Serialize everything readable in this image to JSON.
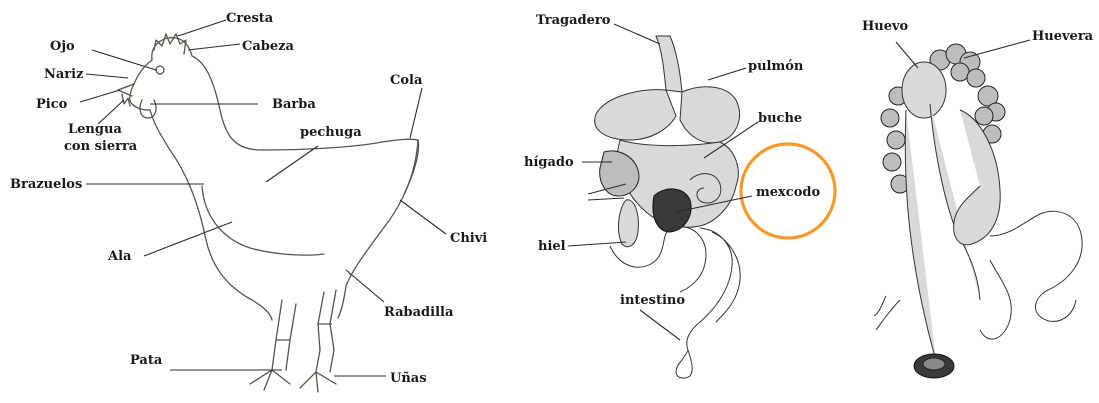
{
  "chicken": {
    "labels": {
      "cresta": "Cresta",
      "ojo": "Ojo",
      "cabeza": "Cabeza",
      "nariz": "Nariz",
      "pico": "Pico",
      "lengua_1": "Lengua",
      "lengua_2": "con sierra",
      "barba": "Barba",
      "cola": "Cola",
      "pechuga": "pechuga",
      "brazuelos": "Brazuelos",
      "ala": "Ala",
      "chivi": "Chivi",
      "rabadilla": "Rabadilla",
      "pata": "Pata",
      "unas": "Uñas"
    }
  },
  "digestive": {
    "labels": {
      "tragadero": "Tragadero",
      "pulmon": "pulmón",
      "buche": "buche",
      "higado": "hígado",
      "mexcodo": "mexcodo",
      "hiel": "hiel",
      "intestino": "intestino"
    },
    "highlight_color": "#f39a2a"
  },
  "reproductive": {
    "labels": {
      "huevo": "Huevo",
      "huevera": "Huevera"
    }
  }
}
